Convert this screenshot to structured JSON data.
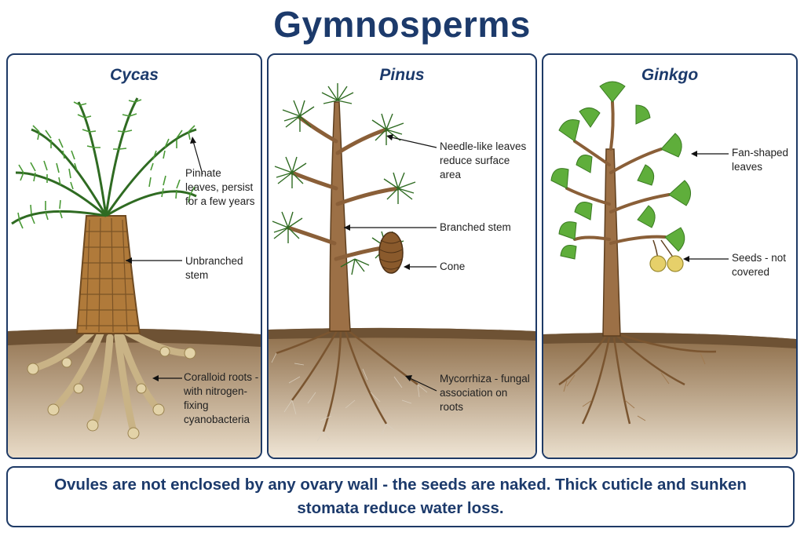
{
  "title": "Gymnosperms",
  "panels": [
    {
      "name": "Cycas",
      "labels": [
        "Pinnate leaves, persist for a few years",
        "Unbranched stem",
        "Coralloid roots - with nitrogen-fixing cyanobacteria"
      ]
    },
    {
      "name": "Pinus",
      "labels": [
        "Needle-like leaves reduce surface area",
        "Branched stem",
        "Cone",
        "Mycorrhiza - fungal association on roots"
      ]
    },
    {
      "name": "Ginkgo",
      "labels": [
        "Fan-shaped leaves",
        "Seeds - not covered"
      ]
    }
  ],
  "caption": "Ovules are not enclosed by any ovary wall - the seeds are naked. Thick cuticle and sunken stomata reduce water loss.",
  "colors": {
    "heading": "#1c3a6b",
    "border": "#1e3a66",
    "soil": "#8b6a45",
    "leaf_green": "#3f8a2e"
  }
}
